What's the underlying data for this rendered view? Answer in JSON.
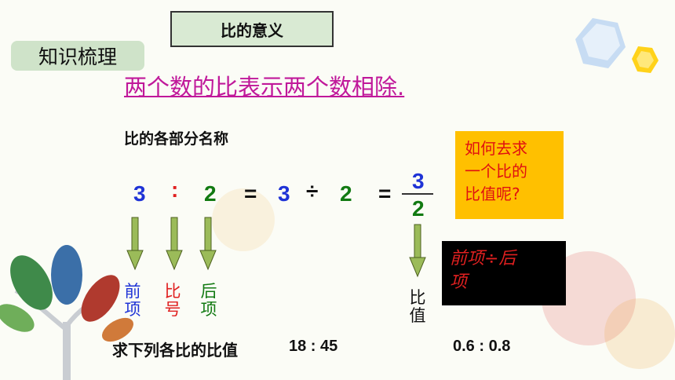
{
  "title": "比的意义",
  "section_tag": "知识梳理",
  "statement": "两个数的比表示两个数相除.",
  "subheading": "比的各部分名称",
  "expression": {
    "antecedent": "3",
    "colon": ":",
    "consequent": "2",
    "eq1": "=",
    "div_left": "3",
    "div_sign": "÷",
    "div_right": "2",
    "eq2": "=",
    "frac_num": "3",
    "frac_den": "2"
  },
  "labels": {
    "antecedent": [
      "前",
      "项"
    ],
    "colon": [
      "比",
      "号"
    ],
    "consequent": [
      "后",
      "项"
    ],
    "ratio_value": [
      "比",
      "值"
    ]
  },
  "callout_question": [
    "如何去求",
    "一个比的",
    "比值呢?"
  ],
  "callout_answer": [
    "前项÷后",
    "项"
  ],
  "exercise": {
    "prompt": "求下列各比的比值",
    "ratio1": "18 : 45",
    "ratio2": "0.6 : 0.8"
  },
  "colors": {
    "blue": "#1f33d6",
    "green": "#127a12",
    "red": "#e02020",
    "magenta": "#c0189a",
    "arrow": "#9bbb59",
    "yellow": "#ffc000"
  }
}
